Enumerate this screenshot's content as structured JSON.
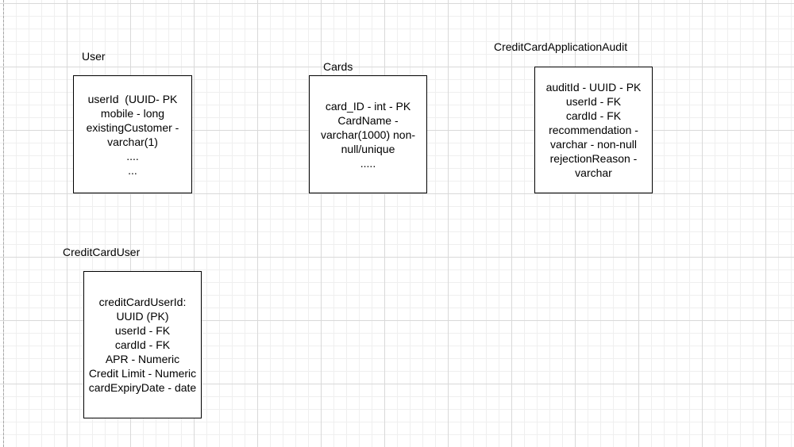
{
  "entities": {
    "user": {
      "title": "User",
      "lines": [
        "userId  (UUID- PK",
        "mobile - long",
        "existingCustomer -",
        "varchar(1)",
        "....",
        "..."
      ]
    },
    "cards": {
      "title": "Cards",
      "lines": [
        "card_ID - int - PK",
        "CardName -",
        "varchar(1000) non-",
        "null/unique",
        "....."
      ]
    },
    "audit": {
      "title": "CreditCardApplicationAudit",
      "lines": [
        "auditId - UUID - PK",
        "userId - FK",
        "cardId - FK",
        "recommendation -",
        "varchar - non-null",
        "rejectionReason -",
        "varchar"
      ]
    },
    "credit_card_user": {
      "title": "CreditCardUser",
      "lines": [
        "creditCardUserId:",
        "UUID (PK)",
        "userId - FK",
        "cardId - FK",
        "APR - Numeric",
        "Credit Limit - Numeric",
        "cardExpiryDate - date"
      ]
    }
  }
}
